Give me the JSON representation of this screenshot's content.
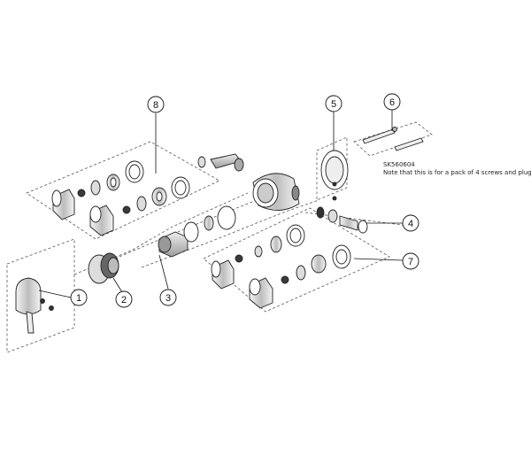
{
  "callouts": [
    {
      "id": "1",
      "label": "1"
    },
    {
      "id": "2",
      "label": "2"
    },
    {
      "id": "3",
      "label": "3"
    },
    {
      "id": "4",
      "label": "4"
    },
    {
      "id": "5",
      "label": "5"
    },
    {
      "id": "6",
      "label": "6"
    },
    {
      "id": "7",
      "label": "7"
    },
    {
      "id": "8",
      "label": "8"
    }
  ],
  "note": {
    "part_code": "SK560604",
    "text": "Note that this is for a pack of 4 screws and plugs"
  },
  "colors": {
    "line": "#222222",
    "dash": "#555555",
    "shade": "#cfcfcf",
    "dark": "#3a3a3a"
  }
}
